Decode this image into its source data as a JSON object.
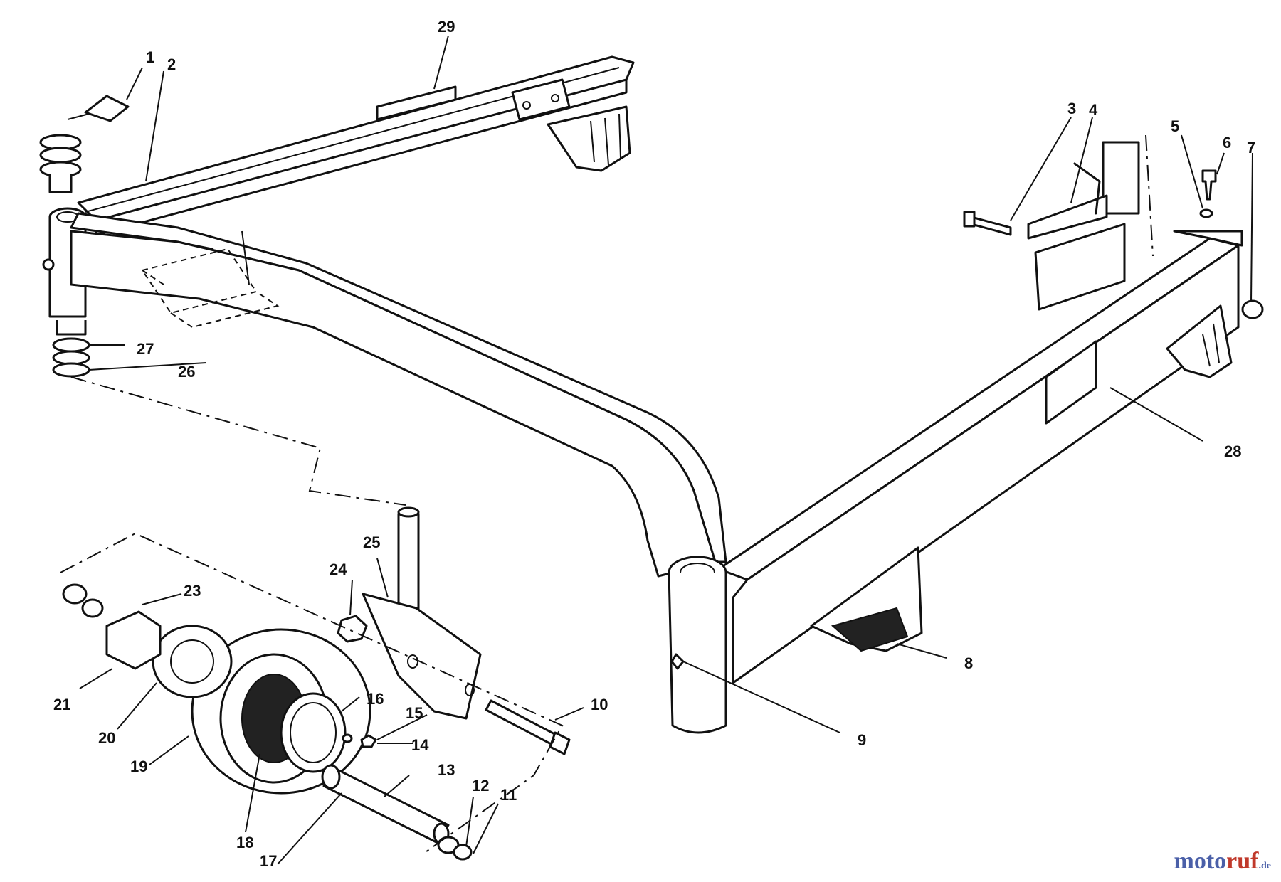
{
  "callouts": {
    "c1": "1",
    "c2": "2",
    "c3": "3",
    "c4": "4",
    "c5": "5",
    "c6": "6",
    "c7": "7",
    "c8": "8",
    "c9": "9",
    "c10": "10",
    "c11": "11",
    "c12": "12",
    "c13": "13",
    "c14": "14",
    "c15": "15",
    "c16": "16",
    "c17": "17",
    "c18": "18",
    "c19": "19",
    "c20": "20",
    "c21": "21",
    "c23": "23",
    "c24": "24",
    "c25": "25",
    "c26": "26",
    "c27": "27",
    "c28": "28",
    "c29": "29"
  },
  "watermark": {
    "part_a": "moto",
    "part_b": "ruf",
    "part_c": ".de"
  }
}
